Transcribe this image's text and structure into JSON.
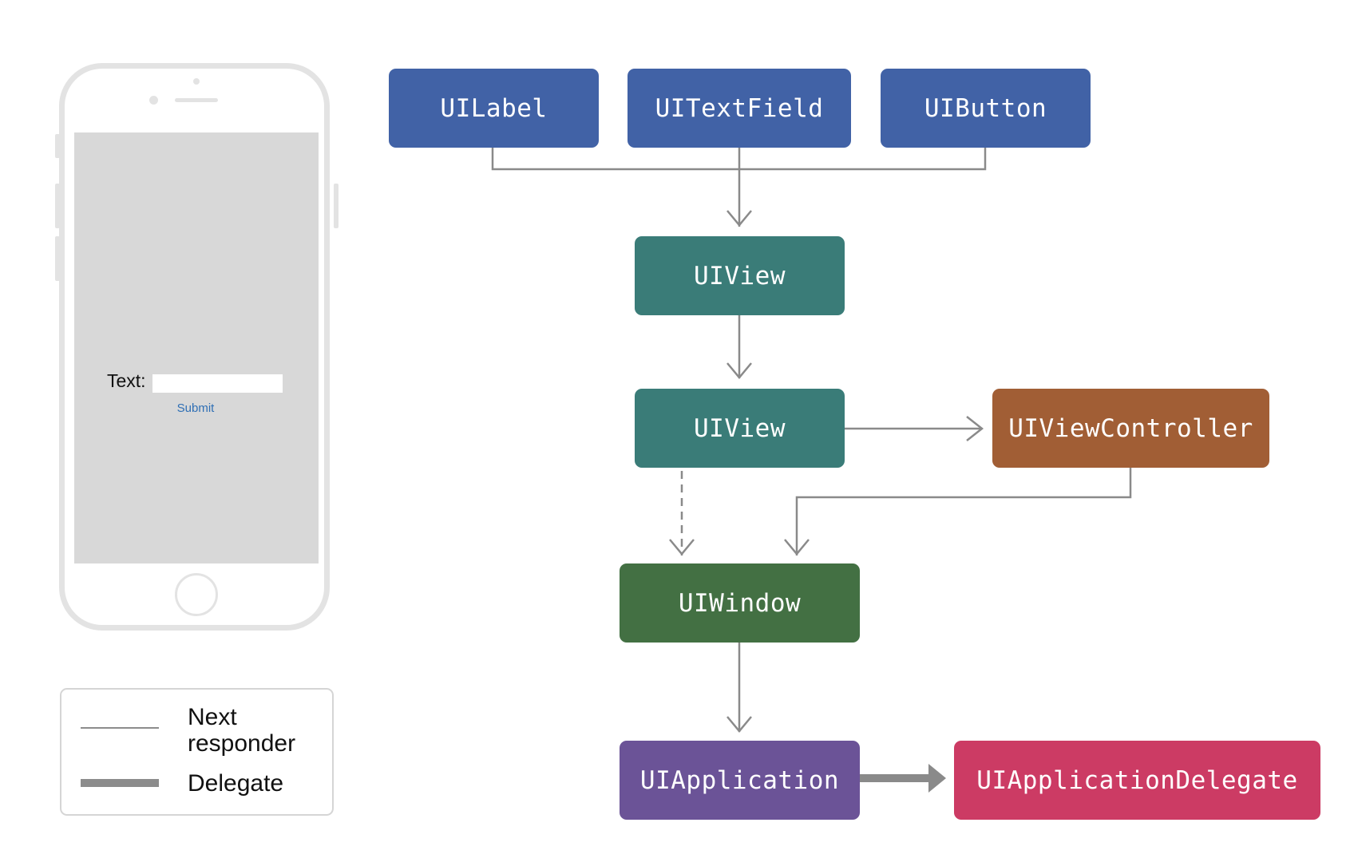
{
  "colors": {
    "uikit_control": "#4162a6",
    "view": "#3a7c78",
    "view_controller": "#a15e35",
    "window": "#437043",
    "application": "#6b5397",
    "app_delegate": "#cc3b64",
    "connector": "#8a8a8a",
    "phone_frame": "#e3e3e3",
    "phone_screen": "#d8d8d8"
  },
  "phone": {
    "text_label": "Text:",
    "submit_label": "Submit",
    "text_value": ""
  },
  "legend": {
    "next_responder_label": "Next\nresponder",
    "delegate_label": "Delegate"
  },
  "nodes": {
    "uilabel": "UILabel",
    "uitextfield": "UITextField",
    "uibutton": "UIButton",
    "uiview_inner": "UIView",
    "uiview_root": "UIView",
    "uiviewcontroller": "UIViewController",
    "uiwindow": "UIWindow",
    "uiapplication": "UIApplication",
    "uiapplicationdelegate": "UIApplicationDelegate"
  }
}
